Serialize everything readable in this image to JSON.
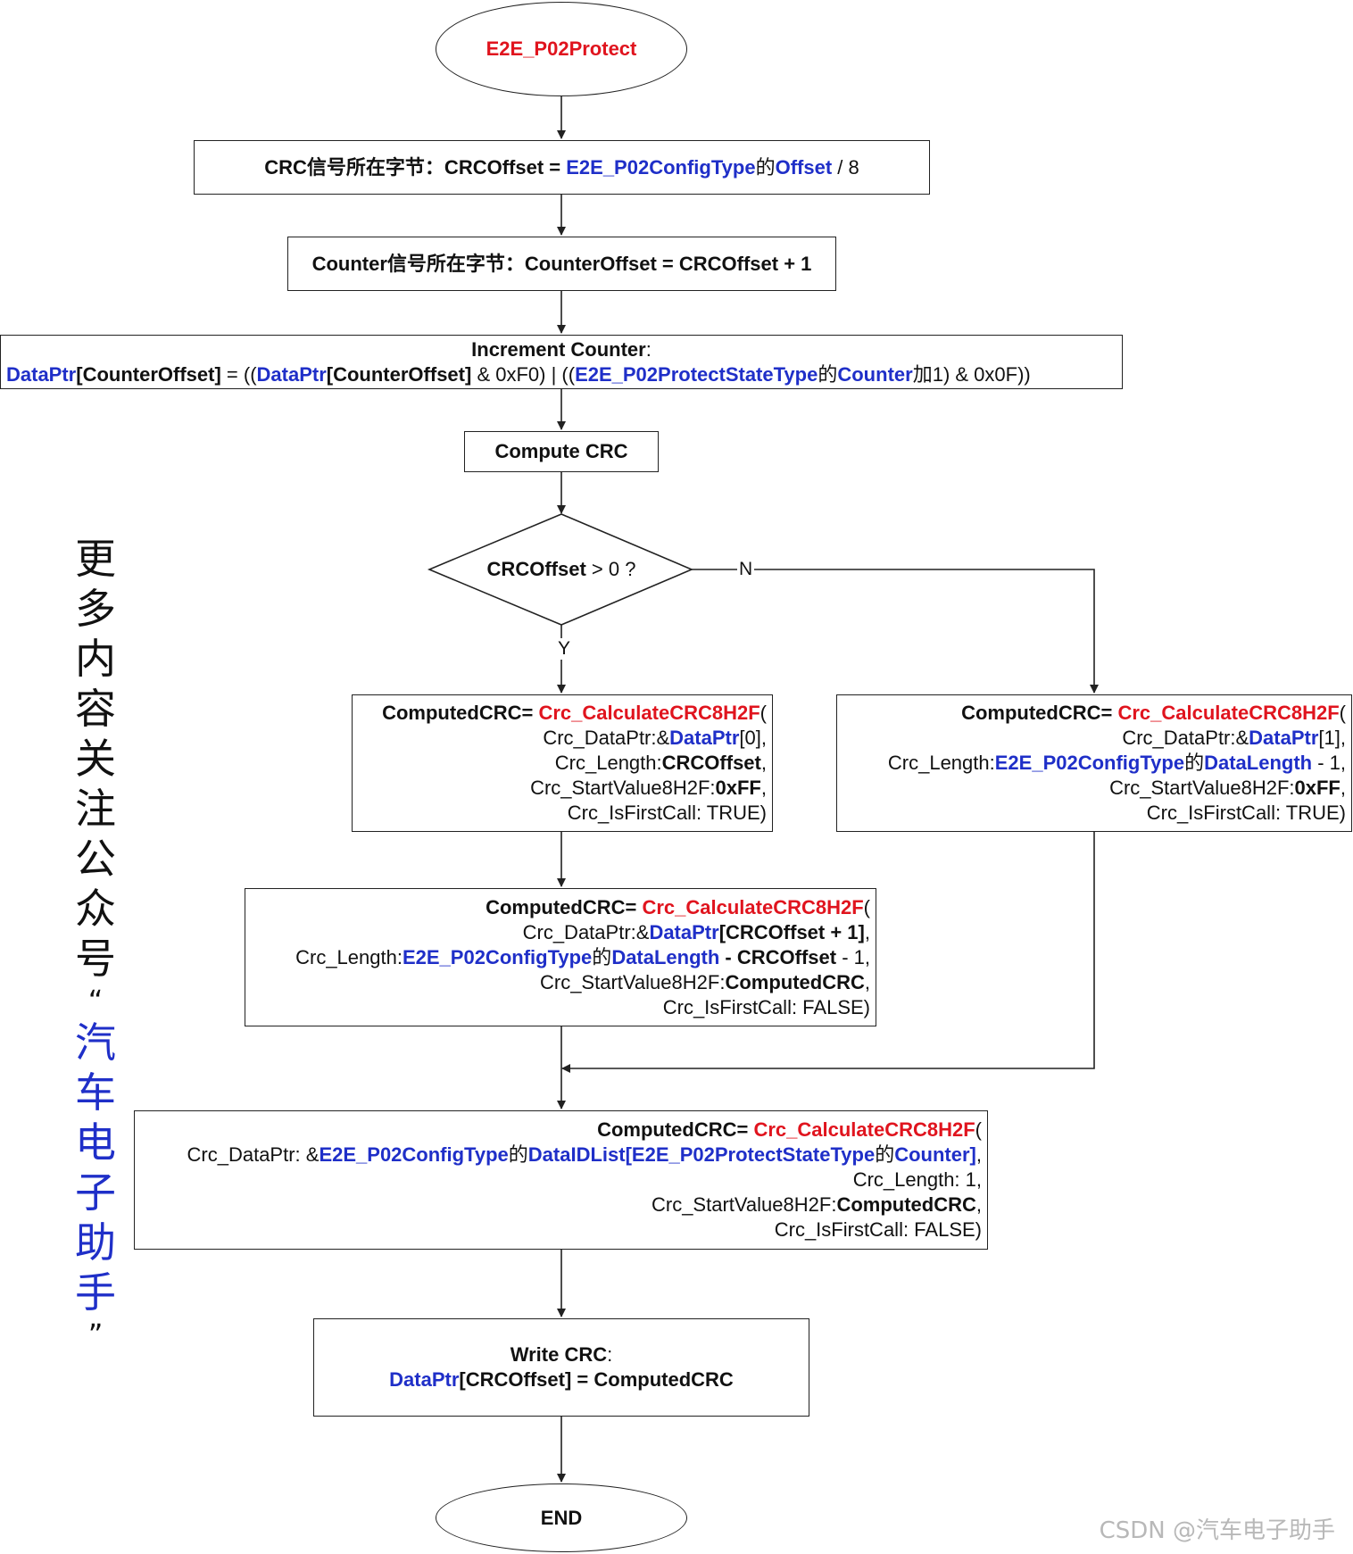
{
  "nodes": {
    "start": {
      "label": "E2E_P02Protect"
    },
    "crc_offset": {
      "label_prefix": "CRC信号所在字节：CRCOffset = ",
      "config_type": "E2E_P02ConfigType",
      "de": "的",
      "offset": "Offset",
      "suffix": " / 8"
    },
    "counter_offset": {
      "label": "Counter信号所在字节：CounterOffset = CRCOffset + 1"
    },
    "increment_counter": {
      "title": "Increment Counter",
      "title_colon": ":",
      "dataptr": "DataPtr",
      "counteroffset": "[CounterOffset]",
      "eq": " =   ((",
      "and_mask": " & 0xF0) | ((",
      "state_type": "E2E_P02ProtectStateType",
      "de": "的",
      "counter": "Counter",
      "add_one": "加1",
      "tail": ") & 0x0F))"
    },
    "compute_crc": {
      "label": "Compute CRC"
    },
    "decision": {
      "label": "CRCOffset",
      "tail": " > 0 ?"
    },
    "crc_first_y": {
      "computed": "ComputedCRC",
      "eq": "= ",
      "func": "Crc_CalculateCRC8H2F",
      "paren": "(",
      "p1_name": "Crc_DataPtr:&",
      "p1_ptr": "DataPtr",
      "p1_idx": "[0],",
      "p2_name": "Crc_Length:",
      "p2_val": "CRCOffset",
      "p2_tail": ",",
      "p3_name": "Crc_StartValue8H2F:",
      "p3_val": "0xFF",
      "p3_tail": ",",
      "p4": "Crc_IsFirstCall: TRUE)"
    },
    "crc_first_n": {
      "computed": "ComputedCRC",
      "eq": "= ",
      "func": "Crc_CalculateCRC8H2F",
      "paren": "(",
      "p1_name": "Crc_DataPtr:&",
      "p1_ptr": "DataPtr",
      "p1_idx": "[1],",
      "p2_name": "Crc_Length:",
      "p2_type": "E2E_P02ConfigType",
      "p2_de": "的",
      "p2_len": "DataLength",
      "p2_tail": " - 1,",
      "p3_name": "Crc_StartValue8H2F:",
      "p3_val": "0xFF",
      "p3_tail": ",",
      "p4": "Crc_IsFirstCall: TRUE)"
    },
    "crc_second": {
      "computed": "ComputedCRC",
      "eq": "= ",
      "func": "Crc_CalculateCRC8H2F",
      "paren": "(",
      "p1_name": "Crc_DataPtr:&",
      "p1_ptr": "DataPtr",
      "p1_idx": "[CRCOffset + 1]",
      "p1_tail": ",",
      "p2_name": "Crc_Length:",
      "p2_type": "E2E_P02ConfigType",
      "p2_de": "的",
      "p2_len": "DataLength",
      "p2_rest": " - CRCOffset",
      "p2_tail": " - 1,",
      "p3_name": "Crc_StartValue8H2F:",
      "p3_val": "ComputedCRC",
      "p3_tail": ",",
      "p4": "Crc_IsFirstCall: FALSE)"
    },
    "crc_dataid": {
      "computed": "ComputedCRC",
      "eq": "= ",
      "func": "Crc_CalculateCRC8H2F",
      "paren": "(",
      "p1_name": "Crc_DataPtr: &",
      "p1_type": "E2E_P02ConfigType",
      "p1_de": "的",
      "p1_list": "DataIDList[",
      "p1_state": "E2E_P02ProtectStateType",
      "p1_de2": "的",
      "p1_counter": "Counter]",
      "p1_tail": ",",
      "p2": "Crc_Length: 1,",
      "p3_name": "Crc_StartValue8H2F:",
      "p3_val": "ComputedCRC",
      "p3_tail": ",",
      "p4": "Crc_IsFirstCall: FALSE)"
    },
    "write_crc": {
      "title": "Write CRC",
      "title_colon": ":",
      "ptr": "DataPtr",
      "rest": "[CRCOffset] = ComputedCRC"
    },
    "end": {
      "label": "END"
    }
  },
  "edges": {
    "yes": "Y",
    "no": "N"
  },
  "side_note": {
    "chars": [
      "更",
      "多",
      "内",
      "容",
      "关",
      "注",
      "公",
      "众",
      "号"
    ],
    "open_quote": "“",
    "name_chars": [
      "汽",
      "车",
      "电",
      "子",
      "助",
      "手"
    ],
    "close_quote": "”"
  },
  "watermark": "CSDN @汽车电子助手",
  "colors": {
    "red": "#e0141e",
    "blue": "#1f2fc8",
    "line": "#222222",
    "watermark": "#b8b8b8"
  }
}
